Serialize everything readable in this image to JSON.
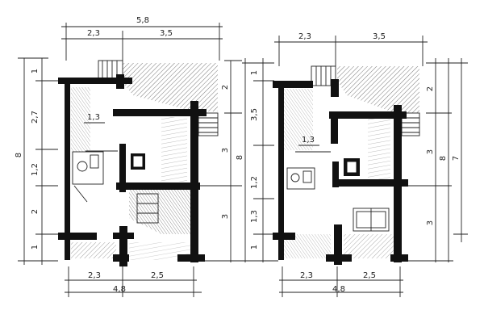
{
  "plan_left": {
    "top_total": "5,8",
    "top_segments": [
      "2,3",
      "3,5"
    ],
    "bottom_total": "4,8",
    "bottom_segments": [
      "2,3",
      "2,5"
    ],
    "left_total": "8",
    "left_segments": [
      "1",
      "2,7",
      "1,2",
      "2",
      "1"
    ],
    "right_total": "8",
    "right_segments": [
      "2",
      "3",
      "3"
    ],
    "stair_label": "1,3"
  },
  "plan_right": {
    "top_segments": [
      "2,3",
      "3,5"
    ],
    "bottom_total": "4,8",
    "bottom_segments": [
      "2,3",
      "2,5"
    ],
    "left_segments": [
      "1",
      "3,5",
      "1,2",
      "1,3",
      "1"
    ],
    "right_total_a": "8",
    "right_total_b": "7",
    "right_segments": [
      "2",
      "3",
      "3"
    ],
    "stair_label": "1,3"
  }
}
